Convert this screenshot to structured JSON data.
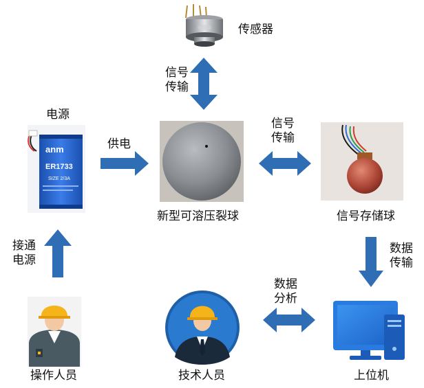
{
  "nodes": {
    "sensor": "传感器",
    "power": "电源",
    "ball": "新型可溶压裂球",
    "storage_ball": "信号存储球",
    "operator": "操作人员",
    "technician": "技术人员",
    "computer": "上位机"
  },
  "edges": {
    "sensor_ball": [
      "信号",
      "传输"
    ],
    "power_ball": "供电",
    "ball_storage": [
      "信号",
      "传输"
    ],
    "storage_computer": [
      "数据",
      "传输"
    ],
    "operator_power": [
      "接通",
      "电源"
    ],
    "tech_computer": [
      "数据",
      "分析"
    ]
  },
  "battery_text": {
    "brand": "anm",
    "model": "ER1733",
    "size": "SIZE 2/3A"
  },
  "colors": {
    "arrow": "#2f6db5",
    "ball": "#8a8e92",
    "storage_ball": "#b24a3a",
    "battery": "#1f5fc9",
    "monitor": "#2a7be0",
    "avatar_bg": "#1e5fa8",
    "helmet": "#f5b41a"
  }
}
